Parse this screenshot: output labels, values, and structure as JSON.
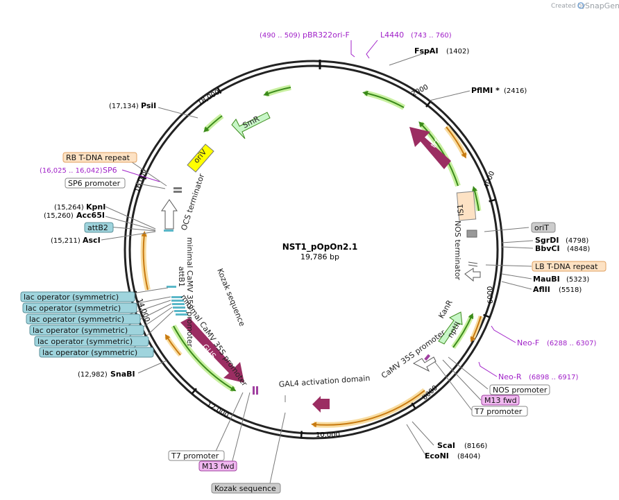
{
  "credit": {
    "prefix": "Created by",
    "brand": "SnapGene"
  },
  "plasmid": {
    "name": "NST1_pOpOn2.1",
    "length": "19,786 bp"
  },
  "ticks": [
    {
      "bp": 2000,
      "label": "2000"
    },
    {
      "bp": 4000,
      "label": "4000"
    },
    {
      "bp": 6000,
      "label": "6000"
    },
    {
      "bp": 8000,
      "label": "8000"
    },
    {
      "bp": 10000,
      "label": "10,000"
    },
    {
      "bp": 12000,
      "label": "12,000"
    },
    {
      "bp": 14000,
      "label": "14,000"
    },
    {
      "bp": 16000,
      "label": "16,000"
    },
    {
      "bp": 18000,
      "label": "18,000"
    }
  ],
  "sites_right": [
    {
      "name": "FspAI",
      "pos": "(1402)"
    },
    {
      "name": "PflMI *",
      "pos": "(2416)"
    },
    {
      "name": "SgrDI",
      "pos": "(4798)"
    },
    {
      "name": "BbvCI",
      "pos": "(4848)"
    },
    {
      "name": "MauBI",
      "pos": "(5323)"
    },
    {
      "name": "AflII",
      "pos": "(5518)"
    },
    {
      "name": "ScaI",
      "pos": "(8166)"
    },
    {
      "name": "EcoNI",
      "pos": "(8404)"
    }
  ],
  "sites_left": [
    {
      "name": "PsiI",
      "pos": "(17,134)"
    },
    {
      "name": "KpnI",
      "pos": "(15,264)"
    },
    {
      "name": "Acc65I",
      "pos": "(15,260)"
    },
    {
      "name": "AscI",
      "pos": "(15,211)"
    },
    {
      "name": "SnaBI",
      "pos": "(12,982)"
    }
  ],
  "primers": [
    {
      "name": "pBR322ori-F",
      "pos": "(490 .. 509)"
    },
    {
      "name": "L4440",
      "pos": "(743 .. 760)"
    },
    {
      "name": "SP6",
      "pos": "(16,025 .. 16,042)"
    },
    {
      "name": "Neo-F",
      "pos": "(6288 .. 6307)"
    },
    {
      "name": "Neo-R",
      "pos": "(6898 .. 6917)"
    }
  ],
  "boxed_labels": [
    {
      "key": "rb",
      "text": "RB T-DNA repeat",
      "fill": "#fde2c4",
      "stroke": "#e0a060"
    },
    {
      "key": "sp6p",
      "text": "SP6 promoter",
      "fill": "#ffffff",
      "stroke": "#888888"
    },
    {
      "key": "attb2",
      "text": "attB2",
      "fill": "#9fd4dd",
      "stroke": "#5a8f99"
    },
    {
      "key": "lac1",
      "text": "lac operator (symmetric)",
      "fill": "#9fd4dd",
      "stroke": "#5a8f99"
    },
    {
      "key": "lac2",
      "text": "lac operator (symmetric)",
      "fill": "#9fd4dd",
      "stroke": "#5a8f99"
    },
    {
      "key": "lac3",
      "text": "lac operator (symmetric)",
      "fill": "#9fd4dd",
      "stroke": "#5a8f99"
    },
    {
      "key": "lac4",
      "text": "lac operator (symmetric)",
      "fill": "#9fd4dd",
      "stroke": "#5a8f99"
    },
    {
      "key": "lac5",
      "text": "lac operator (symmetric)",
      "fill": "#9fd4dd",
      "stroke": "#5a8f99"
    },
    {
      "key": "lac6",
      "text": "lac operator (symmetric)",
      "fill": "#9fd4dd",
      "stroke": "#5a8f99"
    },
    {
      "key": "orit",
      "text": "oriT",
      "fill": "#cccccc",
      "stroke": "#888888"
    },
    {
      "key": "lb",
      "text": "LB T-DNA repeat",
      "fill": "#fde2c4",
      "stroke": "#e0a060"
    },
    {
      "key": "nosp",
      "text": "NOS promoter",
      "fill": "#ffffff",
      "stroke": "#888888"
    },
    {
      "key": "m13r",
      "text": "M13 fwd",
      "fill": "#f0b8f0",
      "stroke": "#a040a0"
    },
    {
      "key": "t7r",
      "text": "T7 promoter",
      "fill": "#ffffff",
      "stroke": "#888888"
    },
    {
      "key": "t7l",
      "text": "T7 promoter",
      "fill": "#ffffff",
      "stroke": "#888888"
    },
    {
      "key": "m13l",
      "text": "M13 fwd",
      "fill": "#f0b8f0",
      "stroke": "#a040a0"
    },
    {
      "key": "kozak",
      "text": "Kozak sequence",
      "fill": "#cccccc",
      "stroke": "#888888"
    }
  ],
  "inner_labels": {
    "smr": "SmR",
    "oriv": "oriV",
    "ocs": "OCS terminator",
    "min1": "minimal CaMV 35S promoter",
    "attb1": "attB1",
    "min2": "minimal CaMV 35S promoter",
    "kozak": "Kozak sequence",
    "gus": "GUS",
    "gal4": "GAL4 activation domain",
    "camv": "CaMV 35S promoter",
    "kanr": "KanR",
    "nptii": "nptII",
    "nos_term": "NOS terminator",
    "is1": "IS1",
    "tra": "trfA"
  },
  "colors": {
    "backbone": "#222222",
    "gene": "#9b2d62",
    "orf_fill": "#ffffff",
    "orf_green": "#3a8a1a",
    "orf_orange": "#c87a10",
    "glow_green": "#c8f0a0",
    "glow_orange": "#f8dca0",
    "primer": "#a020c8"
  }
}
